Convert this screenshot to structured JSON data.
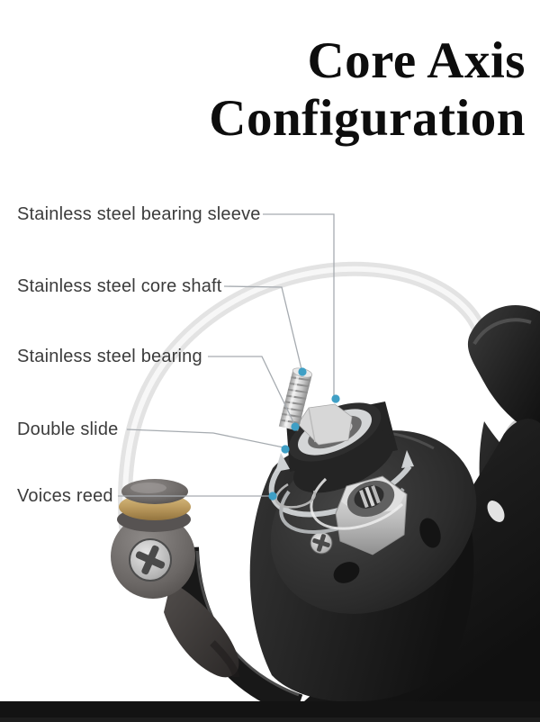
{
  "title": {
    "line1": "Core Axis",
    "line2": "Configuration"
  },
  "callouts": [
    {
      "label": "Stainless steel bearing sleeve"
    },
    {
      "label": "Stainless steel core shaft"
    },
    {
      "label": "Stainless steel bearing"
    },
    {
      "label": "Double slide"
    },
    {
      "label": "Voices reed"
    }
  ],
  "colors": {
    "background": "#ffffff",
    "title_text": "#0d0d0d",
    "label_text": "#3c3c3c",
    "callout_line": "#a6abb0",
    "accent_dot": "#3f9fc5",
    "bottom_bar": "#131313",
    "reel_dark": "#1e1e1e",
    "metal_silver": "#d4d6d7",
    "brass_ring": "#c0a266"
  }
}
